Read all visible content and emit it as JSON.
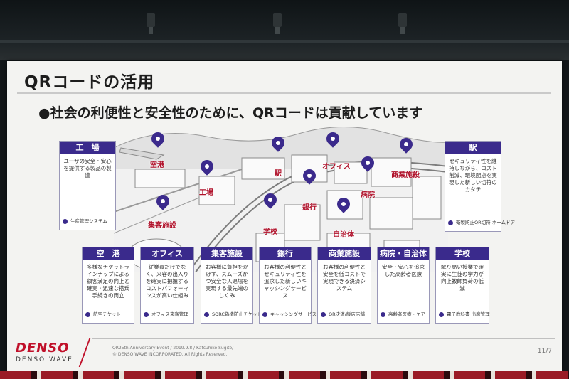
{
  "slide": {
    "title": "QRコードの活用",
    "subtitle": "●社会の利便性と安全性のために、QRコードは貢献しています",
    "footer": {
      "logo": "DENSO",
      "logo_sub": "DENSO WAVE",
      "event": "QR25th Anniversary Event / 2019.9.8 / Katsuhiko Sugito/",
      "copyright": "© DENSO WAVE INCORPORATED. All Rights Reserved.",
      "page": "11/7"
    }
  },
  "map_labels": [
    "空港",
    "工場",
    "集客施設",
    "駅",
    "オフィス",
    "商業施設",
    "病院",
    "銀行",
    "学校",
    "自治体"
  ],
  "cards": {
    "factory": {
      "title": "工　場",
      "body": "ユーザの安全・安心を提供する製品の製造",
      "footer": "生産管理システム"
    },
    "station": {
      "title": "駅",
      "body": "セキュリティ性を維持しながら、コスト削減、環境配慮を実現した新しい切符のカタチ",
      "footer": "衛製防止QR切符 ホームドア"
    },
    "airport": {
      "title": "空　港",
      "body": "多様なチケットラインナップによる顧客満足の向上と確実・迅速な搭乗手続きの両立",
      "footer": "航空チケット"
    },
    "office": {
      "title": "オフィス",
      "body": "従業員だけでなく、来客の出入りを確実に把握するコストパフォーマンスが高い仕組み",
      "footer": "オフィス来客管理"
    },
    "venue": {
      "title": "集客施設",
      "body": "お客様に負担をかけず、スムーズかつ安全な入退場を実現する最先端のしくみ",
      "footer": "SQRC偽造防止チケット"
    },
    "bank": {
      "title": "銀行",
      "body": "お客様の利便性とセキュリティ性を追求した新しいキャッシングサービス",
      "footer": "キャッシングサービス"
    },
    "commerce": {
      "title": "商業施設",
      "body": "お客様の利便性と安全を低コストで実現できる決済システム",
      "footer": "QR決済/飯店店舗"
    },
    "hospital": {
      "title": "病院・自治体",
      "body": "安全・安心を追求した高齢者医療",
      "footer": "高齢者医療・ケア"
    },
    "school": {
      "title": "学校",
      "body": "解り易い授業で確実に生徒の学力が向上教師負荷の低減",
      "footer": "電子教科書 出席管理"
    }
  }
}
